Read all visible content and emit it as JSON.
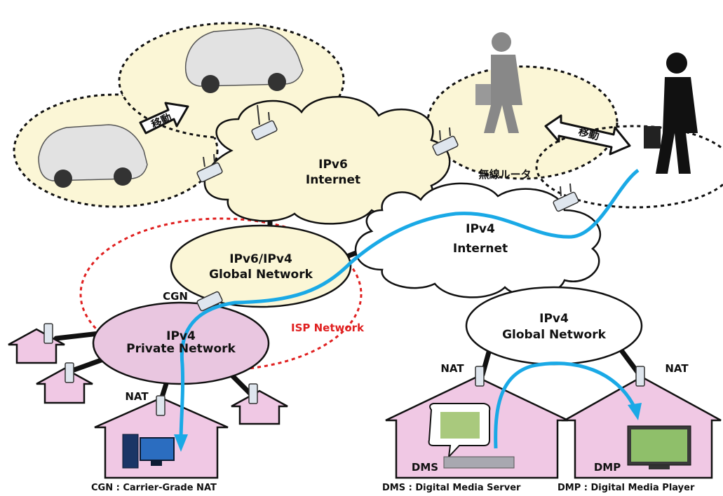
{
  "networks": {
    "ipv6_internet": {
      "line1": "IPv6",
      "line2": "Internet"
    },
    "ipv4_internet": {
      "line1": "IPv4",
      "line2": "Internet"
    },
    "dual_global": {
      "line1": "IPv6/IPv4",
      "line2": "Global Network"
    },
    "private": {
      "line1": "IPv4",
      "line2": "Private Network"
    },
    "ipv4_global": {
      "line1": "IPv4",
      "line2": "Global Network"
    }
  },
  "labels": {
    "move_car": "移動",
    "move_person": "移動",
    "wireless_router": "無線ルータ",
    "cgn": "CGN",
    "isp_network": "ISP Network",
    "nat_left": "NAT",
    "nat_mid": "NAT",
    "nat_right": "NAT",
    "dms": "DMS",
    "dmp": "DMP"
  },
  "footnotes": {
    "cgn": "CGN : Carrier-Grade NAT",
    "dms": "DMS : Digital Media Server",
    "dmp": "DMP : Digital Media Player"
  },
  "colors": {
    "cloud_fill": "#fbf6d6",
    "private_fill": "#e9c6e0",
    "house_fill": "#f0c8e4",
    "flow_line": "#1aa9e6",
    "isp_dash": "#e02020"
  }
}
